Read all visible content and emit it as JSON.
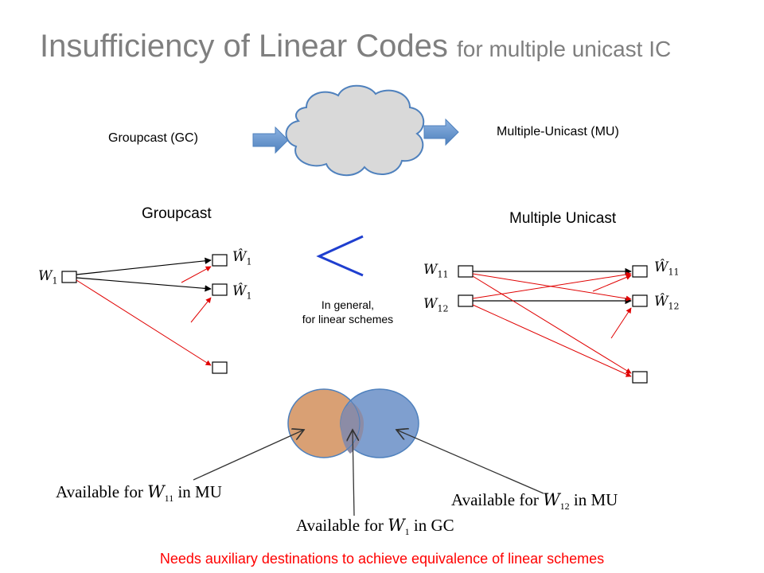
{
  "title": {
    "main": "Insufficiency of Linear Codes",
    "sub": "for multiple unicast IC"
  },
  "conversion": {
    "left_label": "Groupcast (GC)",
    "right_label": "Multiple-Unicast (MU)"
  },
  "groupcast": {
    "heading": "Groupcast",
    "source_var": "W",
    "source_sub": "1",
    "dest1_var": "Ŵ",
    "dest1_sub": "1",
    "dest2_var": "Ŵ",
    "dest2_sub": "1"
  },
  "comparison": {
    "symbol": "<",
    "line1": "In general,",
    "line2": "for linear schemes"
  },
  "multiple_unicast": {
    "heading": "Multiple Unicast",
    "src1_var": "W",
    "src1_sub": "11",
    "src2_var": "W",
    "src2_sub": "12",
    "dst1_var": "Ŵ",
    "dst1_sub": "11",
    "dst2_var": "Ŵ",
    "dst2_sub": "12"
  },
  "venn": {
    "left_label": {
      "prefix": "Available for",
      "var": "W",
      "sub": "11",
      "suffix": "in MU"
    },
    "right_label": {
      "prefix": "Available for",
      "var": "W",
      "sub": "12",
      "suffix": "in MU"
    },
    "middle_label": {
      "prefix": "Available for",
      "var": "W",
      "sub": "1",
      "suffix": "in GC"
    }
  },
  "footer": "Needs auxiliary destinations to achieve equivalence of linear schemes",
  "colors": {
    "title": "#7f7f7f",
    "red_arrow": "#e00000",
    "blue_arrow": "#4f81bd",
    "cloud": "#d9d9d9",
    "cloud_border": "#4f81bd",
    "venn_left": "#d9a074",
    "venn_right": "#7f9fcf",
    "venn_overlap": "#8c8ca6",
    "comparison": "#1f3fcf",
    "footer": "#ff0000"
  }
}
